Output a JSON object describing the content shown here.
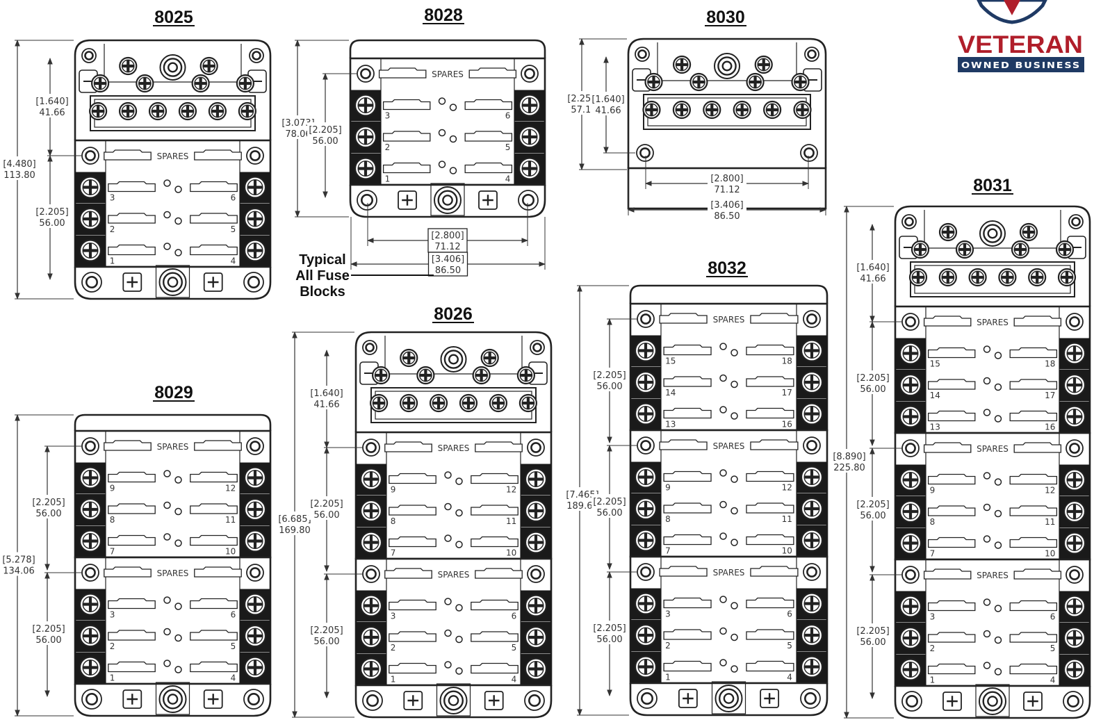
{
  "colors": {
    "line": "#222222",
    "dim": "#333333",
    "brand_red": "#b01e2a",
    "brand_navy": "#1f3a64"
  },
  "badge": {
    "main": "VETERAN",
    "sub": "OWNED BUSINESS",
    "icon": "shield-logo-icon"
  },
  "note": {
    "lines": [
      "Typical",
      "All Fuse",
      "Blocks"
    ]
  },
  "common": {
    "spares": "SPARES"
  },
  "blocks": [
    {
      "model": "8025",
      "circuits_text": [
        [
          "3",
          "6"
        ],
        [
          "2",
          "5"
        ],
        [
          "1",
          "4"
        ]
      ],
      "dims": {
        "overall": [
          "[4.480]",
          "113.80"
        ],
        "bus": [
          "[1.640]",
          "41.66"
        ],
        "sections": [
          [
            "[2.205]",
            "56.00"
          ]
        ]
      }
    },
    {
      "model": "8028",
      "circuits_text": [
        [
          "3",
          "6"
        ],
        [
          "2",
          "5"
        ],
        [
          "1",
          "4"
        ]
      ],
      "dims": {
        "overall": [
          "[3.073]",
          "78.06"
        ],
        "sections": [
          [
            "[2.205]",
            "56.00"
          ]
        ],
        "mount_width": [
          "[2.800]",
          "71.12"
        ],
        "overall_width": [
          "[3.406]",
          "86.50"
        ]
      }
    },
    {
      "model": "8030",
      "dims": {
        "overall": [
          "[2.250]",
          "57.15"
        ],
        "bus": [
          "[1.640]",
          "41.66"
        ],
        "mount_width": [
          "[2.800]",
          "71.12"
        ],
        "overall_width": [
          "[3.406]",
          "86.50"
        ]
      }
    },
    {
      "model": "8031",
      "circuits_text": [
        [
          "15",
          "18"
        ],
        [
          "14",
          "17"
        ],
        [
          "13",
          "16"
        ],
        [
          "9",
          "12"
        ],
        [
          "8",
          "11"
        ],
        [
          "7",
          "10"
        ],
        [
          "3",
          "6"
        ],
        [
          "2",
          "5"
        ],
        [
          "1",
          "4"
        ]
      ],
      "dims": {
        "overall": [
          "[8.890]",
          "225.80"
        ],
        "bus": [
          "[1.640]",
          "41.66"
        ],
        "sections": [
          [
            "[2.205]",
            "56.00"
          ],
          [
            "[2.205]",
            "56.00"
          ],
          [
            "[2.205]",
            "56.00"
          ]
        ]
      }
    },
    {
      "model": "8032",
      "circuits_text": [
        [
          "15",
          "18"
        ],
        [
          "14",
          "17"
        ],
        [
          "13",
          "16"
        ],
        [
          "9",
          "12"
        ],
        [
          "8",
          "11"
        ],
        [
          "7",
          "10"
        ],
        [
          "3",
          "6"
        ],
        [
          "2",
          "5"
        ],
        [
          "1",
          "4"
        ]
      ],
      "dims": {
        "overall": [
          "[7.465]",
          "189.62"
        ],
        "sections": [
          [
            "[2.205]",
            "56.00"
          ],
          [
            "[2.205]",
            "56.00"
          ],
          [
            "[2.205]",
            "56.00"
          ]
        ]
      }
    },
    {
      "model": "8026",
      "circuits_text": [
        [
          "9",
          "12"
        ],
        [
          "8",
          "11"
        ],
        [
          "7",
          "10"
        ],
        [
          "3",
          "6"
        ],
        [
          "2",
          "5"
        ],
        [
          "1",
          "4"
        ]
      ],
      "dims": {
        "overall": [
          "[6.685]",
          "169.80"
        ],
        "bus": [
          "[1.640]",
          "41.66"
        ],
        "sections": [
          [
            "[2.205]",
            "56.00"
          ],
          [
            "[2.205]",
            "56.00"
          ]
        ]
      }
    },
    {
      "model": "8029",
      "circuits_text": [
        [
          "9",
          "12"
        ],
        [
          "8",
          "11"
        ],
        [
          "7",
          "10"
        ],
        [
          "3",
          "6"
        ],
        [
          "2",
          "5"
        ],
        [
          "1",
          "4"
        ]
      ],
      "dims": {
        "overall": [
          "[5.278]",
          "134.06"
        ],
        "sections": [
          [
            "[2.205]",
            "56.00"
          ],
          [
            "[2.205]",
            "56.00"
          ]
        ]
      }
    }
  ]
}
